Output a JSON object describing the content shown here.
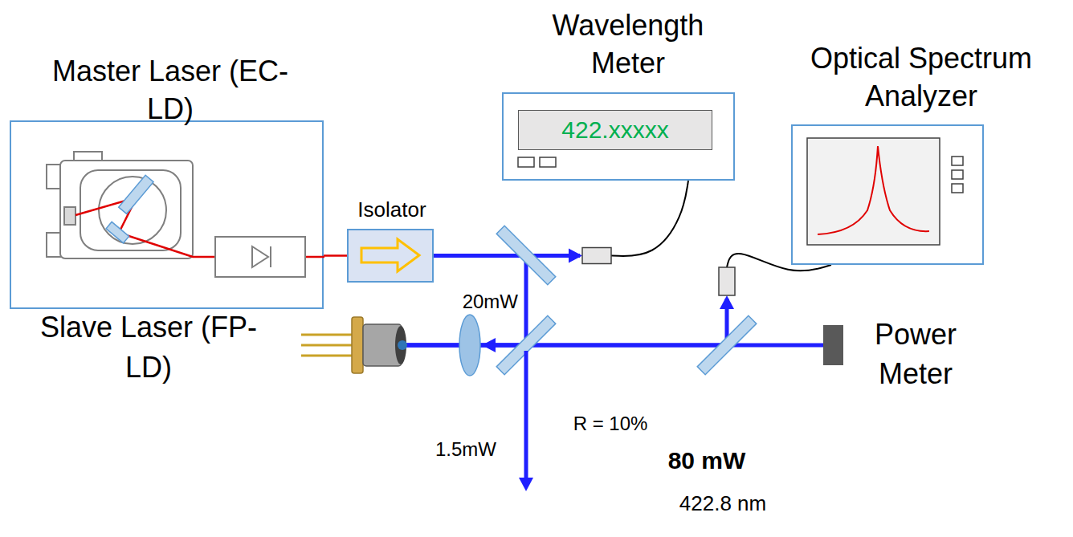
{
  "diagram": {
    "nodes": [
      {
        "text": [
          "Master Laser (EC-LD)"
        ]
      },
      {
        "text": [
          "Isolator"
        ]
      },
      {
        "text": [
          "Wavelength Meter"
        ]
      },
      {
        "text": [
          "422.xxxxx"
        ],
        "in": 2
      },
      {
        "text": [
          "Optical Spectrum Analyzer"
        ]
      },
      {
        "text": [
          "Slave Laser (FP-LD)"
        ]
      },
      {
        "text": [
          "Power Meter"
        ]
      }
    ],
    "edges": [
      {
        "from": 0,
        "to": 1,
        "arrow": "none"
      },
      {
        "from": 1,
        "to": 2,
        "arrow": "to"
      },
      {
        "from": 1,
        "to": 5,
        "arrow": "to"
      },
      {
        "from": 5,
        "to": 6,
        "arrow": "none"
      },
      {
        "from": 5,
        "to": 4,
        "arrow": "to"
      }
    ],
    "labels": [
      "20mW",
      "1.5mW",
      "R = 10%",
      "80 mW",
      "422.8 nm"
    ]
  }
}
